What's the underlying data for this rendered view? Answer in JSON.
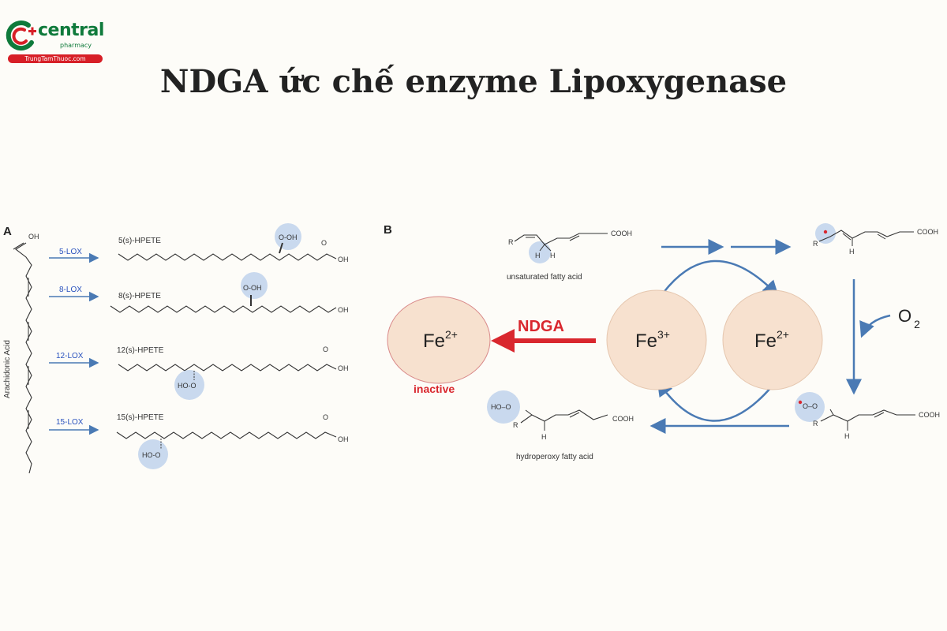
{
  "logo": {
    "name": "central",
    "tagline": "pharmacy",
    "site": "TrungTamThuoc.com",
    "colors": {
      "green": "#0f7a3b",
      "red": "#d71f27"
    }
  },
  "title": "NDGA ức chế enzyme Lipoxygenase",
  "panel_a": {
    "label": "A",
    "substrate_label": "Arachidonic Acid",
    "oh_label": "OH",
    "rows": [
      {
        "enzyme": "5-LOX",
        "product": "5(s)-HPETE"
      },
      {
        "enzyme": "8-LOX",
        "product": "8(s)-HPETE"
      },
      {
        "enzyme": "12-LOX",
        "product": "12(s)-HPETE"
      },
      {
        "enzyme": "15-LOX",
        "product": "15(s)-HPETE"
      }
    ],
    "group_labels": {
      "acid_oh": "OH",
      "acid_o": "O",
      "hydroperoxy": "O-OH",
      "hydroperoxy_rev": "HO-O"
    }
  },
  "panel_b": {
    "label": "B",
    "substrate_caption": "unsaturated fatty acid",
    "product_caption": "hydroperoxy fatty acid",
    "cooh": "COOH",
    "r_group": "R",
    "h_atom": "H",
    "hooh_group": "HO–O",
    "peroxyl_group": "O–O",
    "oxygen_label": "O",
    "oxygen_sub": "2",
    "inhibitor": "NDGA",
    "inactive_label": "inactive",
    "fe_active": {
      "symbol": "Fe",
      "charge": "3+"
    },
    "fe_reduced": {
      "symbol": "Fe",
      "charge": "2+"
    },
    "fe_inactive": {
      "symbol": "Fe",
      "charge": "2+"
    },
    "colors": {
      "arrow_blue": "#4a7ab4",
      "ndga_red": "#d9272e",
      "circle_fill": "#f7e1cf",
      "highlight": "#c9d9ee",
      "radical_dot": "#d9272e"
    }
  }
}
